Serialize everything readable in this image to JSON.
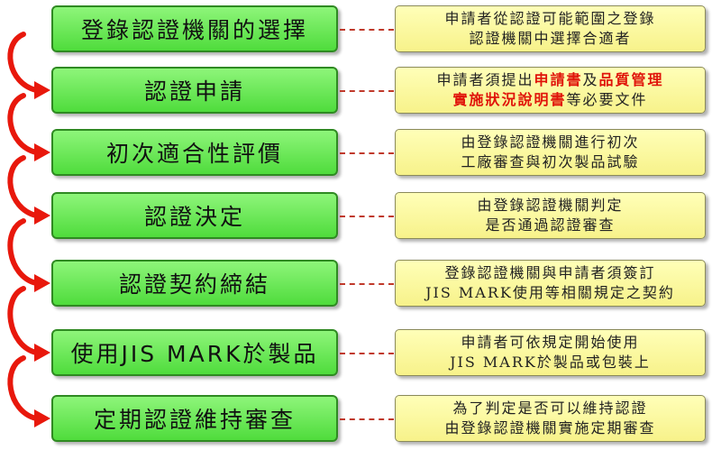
{
  "steps": [
    {
      "label": "登錄認證機關的選擇",
      "desc": [
        [
          {
            "t": "申請者從認證可能範圍之登錄"
          }
        ],
        [
          {
            "t": "認證機關中選擇合適者"
          }
        ]
      ]
    },
    {
      "label": "認證申請",
      "desc": [
        [
          {
            "t": "申請者須提出"
          },
          {
            "t": "申請書",
            "red": true
          },
          {
            "t": "及"
          },
          {
            "t": "品質管理",
            "red": true
          }
        ],
        [
          {
            "t": "實施狀況說明書",
            "red": true
          },
          {
            "t": "等必要文件"
          }
        ]
      ]
    },
    {
      "label": "初次適合性評價",
      "desc": [
        [
          {
            "t": "由登錄認證機關進行初次"
          }
        ],
        [
          {
            "t": "工廠審查與初次製品試驗"
          }
        ]
      ]
    },
    {
      "label": "認證決定",
      "desc": [
        [
          {
            "t": "由登錄認證機關判定"
          }
        ],
        [
          {
            "t": "是否通過認證審查"
          }
        ]
      ]
    },
    {
      "label": "認證契約締結",
      "desc": [
        [
          {
            "t": "登錄認證機關與申請者須簽訂"
          }
        ],
        [
          {
            "t": "JIS MARK使用等相關規定之契約"
          }
        ]
      ]
    },
    {
      "label": "使用JIS MARK於製品",
      "desc": [
        [
          {
            "t": "申請者可依規定開始使用"
          }
        ],
        [
          {
            "t": "JIS MARK於製品或包裝上"
          }
        ]
      ]
    },
    {
      "label": "定期認證維持審查",
      "desc": [
        [
          {
            "t": "為了判定是否可以維持認證"
          }
        ],
        [
          {
            "t": "由登錄認證機關實施定期審查"
          }
        ]
      ]
    }
  ],
  "colors": {
    "step_fill": "#5ee84a",
    "desc_fill": "#fbf7a0",
    "arrow": "#e8180c",
    "connector": "#c0392b"
  }
}
